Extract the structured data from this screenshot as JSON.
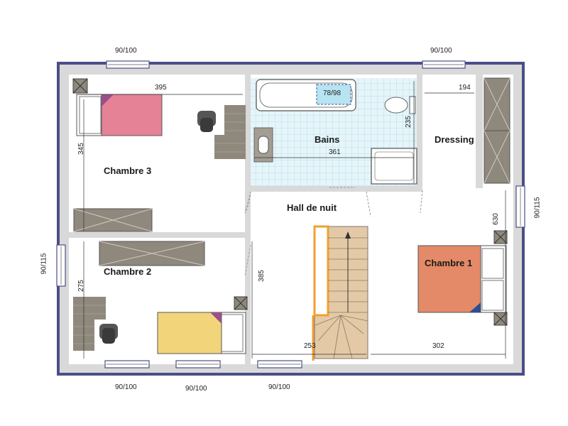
{
  "rooms": {
    "chambre3": "Chambre 3",
    "chambre2": "Chambre 2",
    "chambre1": "Chambre 1",
    "bains": "Bains",
    "dressing": "Dressing",
    "hall": "Hall de nuit"
  },
  "bath_label": "78/98",
  "dimensions": {
    "d395": "395",
    "d194": "194",
    "d345": "345",
    "d235": "235",
    "d361": "361",
    "d630": "630",
    "d385": "385",
    "d275": "275",
    "d253": "253",
    "d302": "302"
  },
  "windows": {
    "top_left": "90/100",
    "top_right": "90/100",
    "right": "90/115",
    "left": "90/115",
    "bottom_1": "90/100",
    "bottom_2": "90/100",
    "bottom_3": "90/100"
  },
  "colors": {
    "outer_wall": "#4a4f86",
    "wall": "#d9d9d9",
    "bed_pink": "#e58296",
    "bed_yellow": "#f2d57a",
    "bed_orange": "#e48a68",
    "stair_outline": "#f0a030",
    "stair_fill": "#e4c9a6",
    "bath_tile": "#dff2f7",
    "furniture": "#8b857a"
  }
}
